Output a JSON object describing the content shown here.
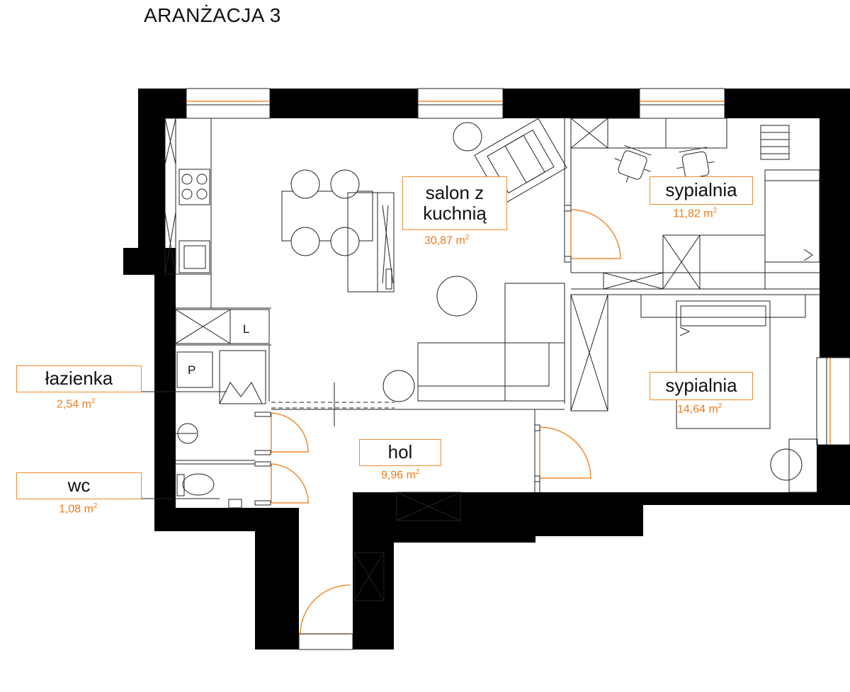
{
  "title": "ARANŻACJA 3",
  "colors": {
    "wall": "#000000",
    "accent": "#f08a2c",
    "area_text": "#f07a1a",
    "line": "#222222"
  },
  "rooms": {
    "salon": {
      "name_line1": "salon z",
      "name_line2": "kuchnią",
      "area": "30,87 m",
      "unit_sup": "2"
    },
    "sypialnia_1": {
      "name": "sypialnia",
      "area": "11,82 m",
      "unit_sup": "2"
    },
    "sypialnia_2": {
      "name": "sypialnia",
      "area": "14,64 m",
      "unit_sup": "2"
    },
    "lazienka": {
      "name": "łazienka",
      "area": "2,54 m",
      "unit_sup": "2"
    },
    "hol": {
      "name": "hol",
      "area": "9,96 m",
      "unit_sup": "2"
    },
    "wc": {
      "name": "wc",
      "area": "1,08 m",
      "unit_sup": "2"
    }
  },
  "fixture_letters": {
    "laundry": "L",
    "boiler": "P"
  }
}
